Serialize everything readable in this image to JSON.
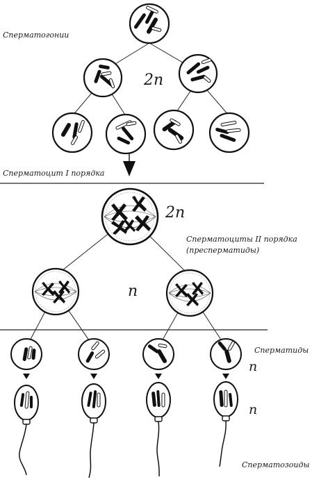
{
  "labels": {
    "spermatogonia": "Сперматогонии",
    "spermatocyte_1": "Сперматоцит I порядка",
    "spermatocytes_2": "Сперматоциты II порядка",
    "prespermatids": "(преспермaтиды)",
    "spermatids": "Сперматиды",
    "spermatozoa": "Сперматозоиды"
  },
  "ploidy": {
    "diploid_top": "2n",
    "diploid_middle": "2n",
    "haploid_middle": "n",
    "haploid_spermatids": "n",
    "haploid_spermatozoa": "n"
  }
}
